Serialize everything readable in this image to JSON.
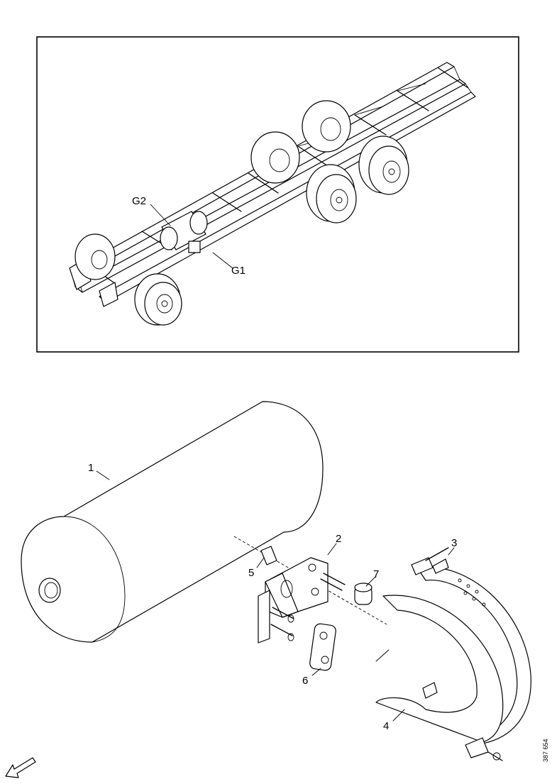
{
  "overview": {
    "labels": {
      "g2": "G2",
      "g1": "G1"
    }
  },
  "exploded": {
    "callouts": {
      "item1": "1",
      "item2": "2",
      "item3": "3",
      "item4": "4",
      "item5": "5",
      "item6": "6",
      "item7": "7"
    }
  },
  "drawing_code": "387 654",
  "icons": {
    "direction": "arrow-icon"
  }
}
